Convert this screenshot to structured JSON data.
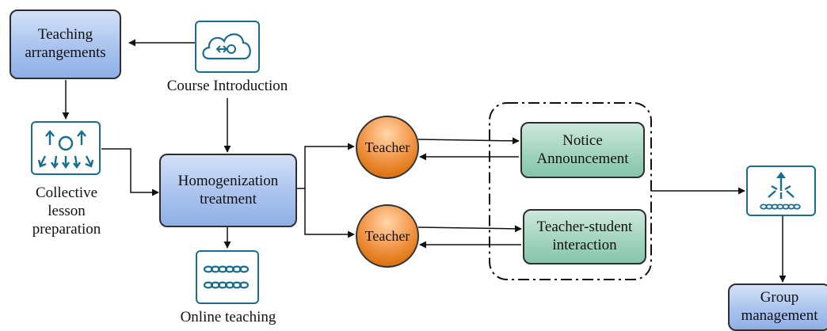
{
  "nodes": {
    "teaching_arrangements": "Teaching\narrangements",
    "course_introduction": "Course Introduction",
    "collective_lesson_preparation": "Collective\nlesson\npreparation",
    "homogenization_treatment": "Homogenization\ntreatment",
    "online_teaching": "Online teaching",
    "teacher_top": "Teacher",
    "teacher_bottom": "Teacher",
    "notice_announcement": "Notice\nAnnouncement",
    "teacher_student_interaction": "Teacher-student\ninteraction",
    "group_management": "Group\nmanagement"
  },
  "icons": {
    "course_introduction": "cloud-sync-icon",
    "collective_lesson_preparation": "distribute-arrows-icon",
    "online_teaching": "chain-links-icon",
    "group_management": "merge-arrows-icon"
  },
  "colors": {
    "blue_box": "#a9c3ee",
    "green_box": "#9fd2bd",
    "teacher_circle": "#f08a2c",
    "icon_stroke": "#1b6d8f"
  }
}
